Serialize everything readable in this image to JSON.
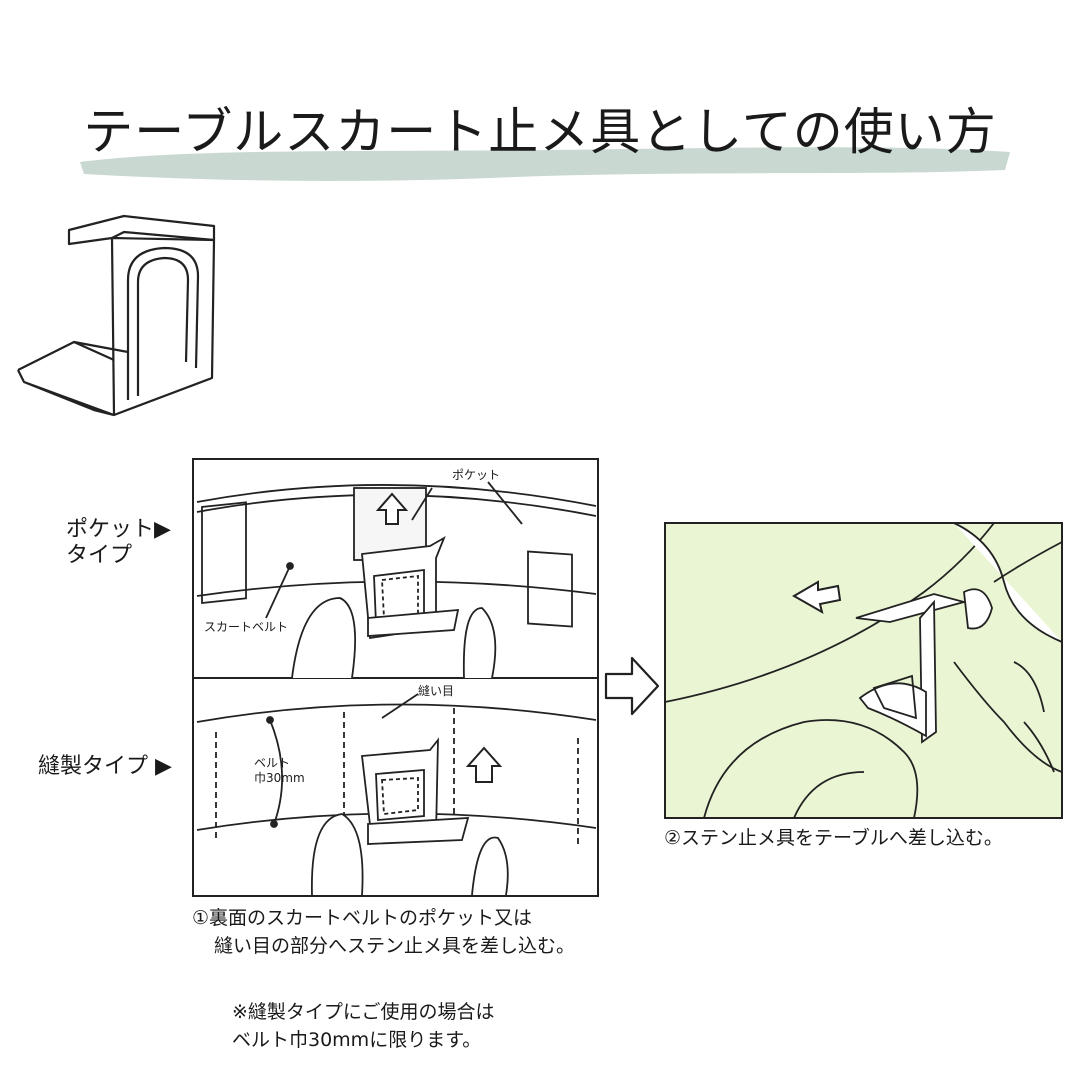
{
  "title": "テーブルスカート止メ具としての使い方",
  "colors": {
    "brush": "#c9d9d1",
    "panel_green": "#eaf5d3",
    "line": "#222222"
  },
  "icons": [
    "clip-product-icon",
    "right-arrow-icon",
    "up-arrow-icon",
    "left-arrow-icon"
  ],
  "panel_left": {
    "label_pocket": [
      "ポケット▶",
      "タイプ"
    ],
    "label_sewn": "縫製タイプ ▶",
    "pocket_callout": "ポケット",
    "belt_callout": "スカートベルト",
    "seam_callout": "縫い目",
    "width_callout": [
      "ベルト",
      "巾30mm"
    ]
  },
  "step1": [
    "①裏面のスカートベルトのポケット又は",
    "縫い目の部分へステン止メ具を差し込む。"
  ],
  "step2": "②ステン止メ具をテーブルへ差し込む。",
  "note": [
    "※縫製タイプにご使用の場合は",
    "ベルト巾30mmに限ります。"
  ]
}
